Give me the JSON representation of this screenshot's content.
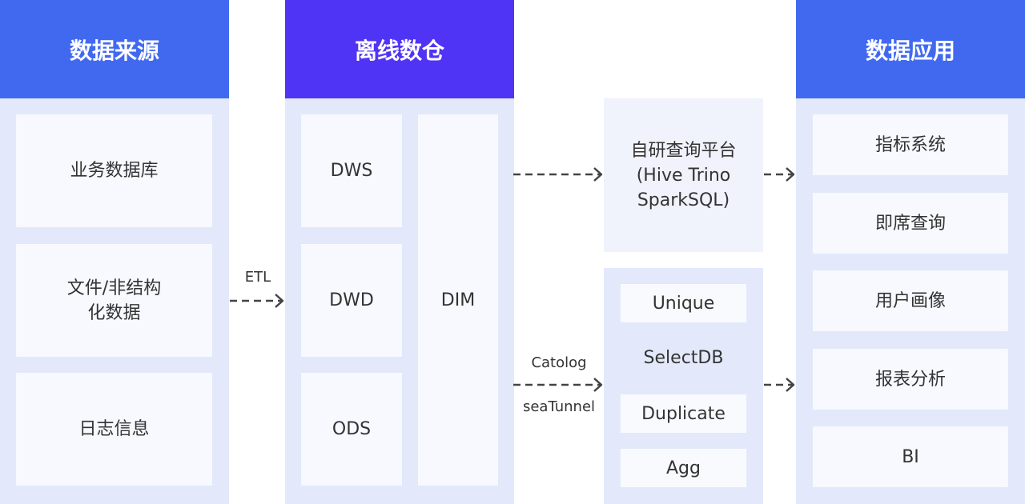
{
  "colors": {
    "header_blue": "#4169f0",
    "header_purple": "#5034f5",
    "column_bg": "#e3e9fb",
    "box_bg": "#f7f9fe",
    "text": "#333333",
    "arrow": "#444444"
  },
  "sources": {
    "title": "数据来源",
    "items": [
      "业务数据库",
      "文件/非结构\n化数据",
      "日志信息"
    ]
  },
  "etl_label": "ETL",
  "warehouse": {
    "title": "离线数仓",
    "layers": [
      "DWS",
      "DWD",
      "ODS"
    ],
    "dim": "DIM"
  },
  "query_platform": {
    "label": "自研查询平台\n(Hive  Trino\nSparkSQL)"
  },
  "connector_labels": {
    "catalog": "Catolog",
    "seatunnel": "seaTunnel"
  },
  "selectdb": {
    "name": "SelectDB",
    "models": [
      "Unique",
      "Duplicate",
      "Agg"
    ]
  },
  "applications": {
    "title": "数据应用",
    "items": [
      "指标系统",
      "即席查询",
      "用户画像",
      "报表分析",
      "BI"
    ]
  }
}
